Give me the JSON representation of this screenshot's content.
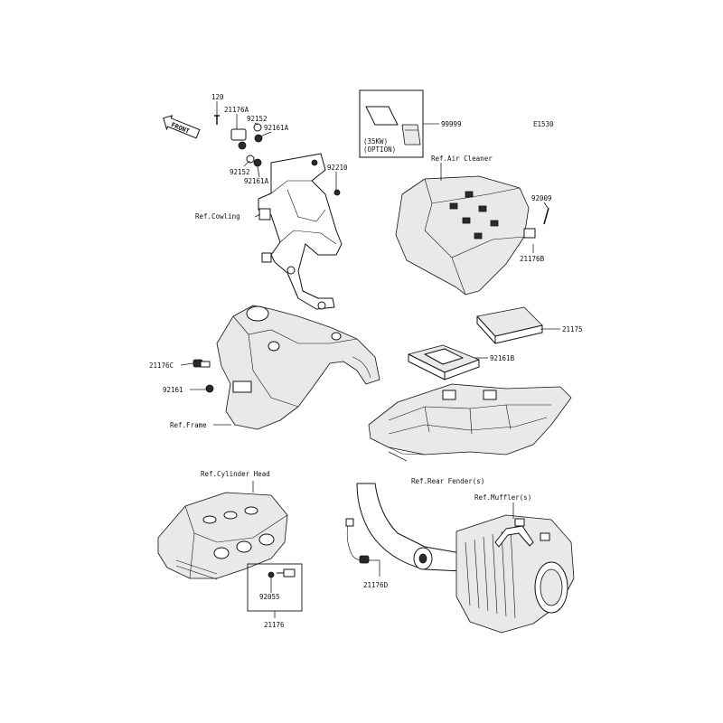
{
  "diagram_code": "E1530",
  "front_badge": "FRONT",
  "labels": {
    "p120": "120",
    "p21176A": "21176A",
    "p92152a": "92152",
    "p92161Aa": "92161A",
    "p92152b": "92152",
    "p92161Ab": "92161A",
    "p92210": "92210",
    "refCowling": "Ref.Cowling",
    "p99999": "99999",
    "option1": "(35KW)",
    "option2": "(OPTION)",
    "refAirCleaner": "Ref.Air Cleaner",
    "p92009": "92009",
    "p21176B": "21176B",
    "p21175": "21175",
    "p92161B": "92161B",
    "p21176C": "21176C",
    "p92161": "92161",
    "refFrame": "Ref.Frame",
    "refRearFender": "Ref.Rear Fender(s)",
    "refCylinderHead": "Ref.Cylinder Head",
    "refMuffler": "Ref.Muffler(s)",
    "p21176D": "21176D",
    "p92055": "92055",
    "p21176": "21176"
  }
}
